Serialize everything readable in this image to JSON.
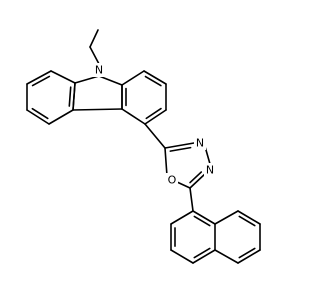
{
  "molecule": {
    "atom_labels": {
      "carbazole_nitrogen": "N",
      "oxadiazole_nitrogen_1": "N",
      "oxadiazole_nitrogen_2": "N",
      "oxadiazole_oxygen": "O"
    }
  }
}
